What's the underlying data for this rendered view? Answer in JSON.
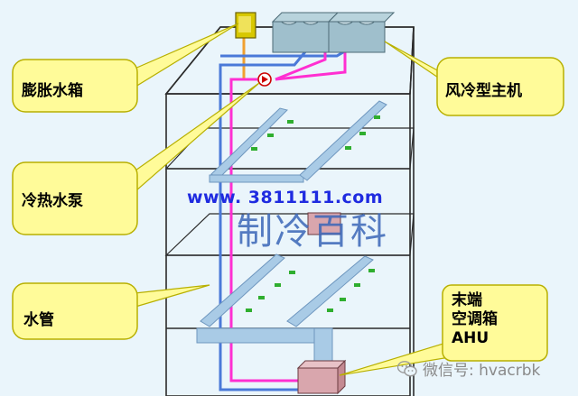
{
  "labels": {
    "expansion_tank": "膨胀水箱",
    "pump": "冷热水泵",
    "water_pipe": "水管",
    "chiller": "风冷型主机",
    "ahu_line1": "末端",
    "ahu_line2": "空调箱",
    "ahu_line3": "AHU"
  },
  "watermark": {
    "url": "www. 3811111.com",
    "site": "制冷百科"
  },
  "footer": {
    "wechat": "微信号: hvacrbk"
  },
  "colors": {
    "callout_fill": "#fffb99",
    "callout_stroke": "#b8b000",
    "duct_fill": "#a9cbe6",
    "supply_pipe": "#ff2fd1",
    "return_pipe": "#4a79d8",
    "tank_pipe": "#f0a030",
    "diffuser": "#2fae2f",
    "chiller_fill": "#9fbfcc",
    "ahu_fill": "#d9a6ad"
  },
  "icons": [
    "wechat-icon",
    "pump-icon"
  ]
}
